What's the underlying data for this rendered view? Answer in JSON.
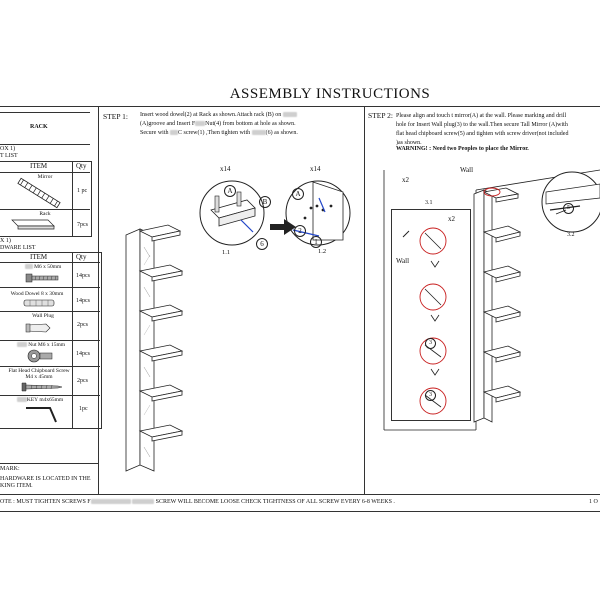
{
  "title": "ASSEMBLY INSTRUCTIONS",
  "left_panel": {
    "product_name": "RACK",
    "box_label": "OX 1)",
    "part_list_label": "T LIST",
    "parts_header": {
      "item": "ITEM",
      "qty": "Qty"
    },
    "parts": [
      {
        "name": "Mirror",
        "qty": "1 pc",
        "icon": "mirror-icon"
      },
      {
        "name": "Rack",
        "qty": "7pcs",
        "icon": "rack-shelf-icon"
      }
    ],
    "box2_label": "X 1)",
    "hardware_list_label": "DWARE LIST",
    "hardware_header": {
      "item": "ITEM",
      "qty": "Qty"
    },
    "hardware": [
      {
        "name": "M6 x 50mm",
        "qty": "14pcs",
        "icon": "screw-icon"
      },
      {
        "name": "Wood Dowel 8 x 30mm",
        "qty": "14pcs",
        "icon": "dowel-icon"
      },
      {
        "name": "Wall Plug",
        "qty": "2pcs",
        "icon": "wall-plug-icon"
      },
      {
        "name": "Nut M6 x 15mm",
        "qty": "14pcs",
        "icon": "nut-icon"
      },
      {
        "name": "Flat Head Chipboard Screw M4 x 45mm",
        "qty": "2pcs",
        "icon": "chipboard-screw-icon"
      },
      {
        "name": "KEY m4x65mm",
        "qty": "1pc",
        "icon": "allen-key-icon"
      }
    ],
    "remark_label": "MARK:",
    "remark_text_1": "HARDWARE IS LOCATED IN THE",
    "remark_text_2": "KING ITEM."
  },
  "step1": {
    "label": "STEP 1:",
    "line1": "Insert wood dowel(2) at Rack as shown.Attach rack (B) on",
    "line2": "(A)groove and Insert F",
    "line2b": "Nut(4) from bottom at hole as shown.",
    "line3": "Secure with",
    "line3b": "C screw(1) ,Then tighten with",
    "line3c": "(6) as shown.",
    "mult_a": "x14",
    "mult_b": "x14",
    "detail_a": "1.1",
    "detail_b": "1.2"
  },
  "step2": {
    "label": "STEP 2:",
    "line1": "Please align and touch t mirror(A) at the wall. Please marking and drill",
    "line2": "hole for Insert Wall plug(3) to the wall.Then secure Tall Mirror (A)with",
    "line3": "flat head chipboard screw(5) and tighten with screw driver(not included",
    "line4": ")as shown.",
    "warning": "WARNING! : Need two Peoples to place the Mirror.",
    "mult": "x2",
    "mult2": "x2",
    "wall_label": "Wall",
    "wall_label2": "Wall",
    "detail_a": "3.1",
    "detail_b": "3.2"
  },
  "callouts": {
    "a": "A",
    "b": "B",
    "n1": "1",
    "n2": "2",
    "n3": "3",
    "n4": "4",
    "n5": "5",
    "n6": "6"
  },
  "footer": {
    "left": "OTE : MUST TIGHTEN SCREWS F",
    "right": "SCREW WILL BECOME LOOSE CHECK TIGHTNESS OF ALL SCREW EVERY 6-8 WEEKS .",
    "page": "1 O"
  }
}
